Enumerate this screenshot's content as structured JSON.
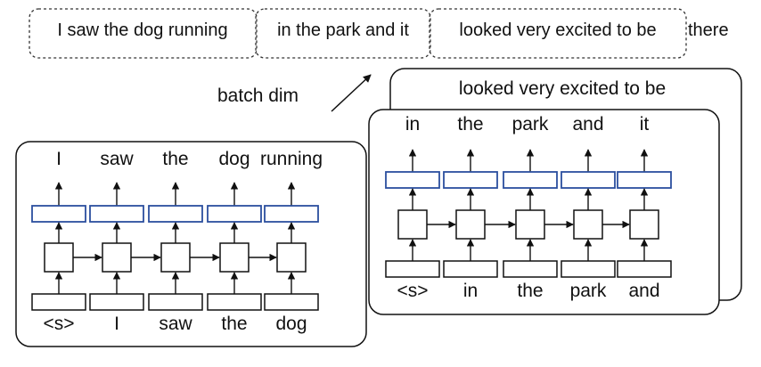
{
  "sentence_segments": [
    "I saw the dog running",
    "in the park and it",
    "looked very excited to be",
    "there"
  ],
  "batch_label": "batch dim",
  "panels": [
    {
      "id": "back",
      "header": "looked very excited to be"
    },
    {
      "id": "middle",
      "outputs": [
        "in",
        "the",
        "park",
        "and",
        "it"
      ],
      "inputs": [
        "<s>",
        "in",
        "the",
        "park",
        "and"
      ]
    },
    {
      "id": "front",
      "outputs": [
        "I",
        "saw",
        "the",
        "dog",
        "running"
      ],
      "inputs": [
        "<s>",
        "I",
        "saw",
        "the",
        "dog"
      ]
    }
  ],
  "colors": {
    "output_box_stroke": "#2b4f9e",
    "stroke": "#111111"
  }
}
